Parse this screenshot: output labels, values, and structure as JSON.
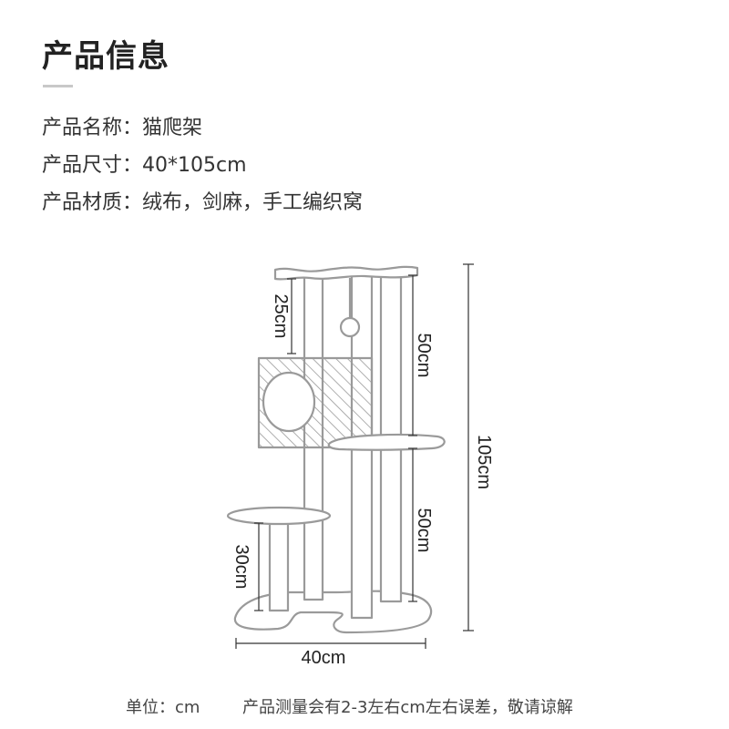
{
  "title": "产品信息",
  "specs": [
    {
      "label": "产品名称：",
      "value": "猫爬架"
    },
    {
      "label": "产品尺寸：",
      "value": "40*105cm"
    },
    {
      "label": "产品材质：",
      "value": "绒布，剑麻，手工编织窝"
    }
  ],
  "dimensions": {
    "top_gap": "25cm",
    "upper_post": "50cm",
    "total_height": "105cm",
    "lower_post": "50cm",
    "small_platform": "30cm",
    "width": "40cm"
  },
  "colors": {
    "line": "#9a9a9a",
    "text": "#222222",
    "underline": "#c8c8c8"
  },
  "footer": {
    "unit": "单位：cm",
    "note": "产品测量会有2-3左右cm左右误差，敬请谅解"
  }
}
